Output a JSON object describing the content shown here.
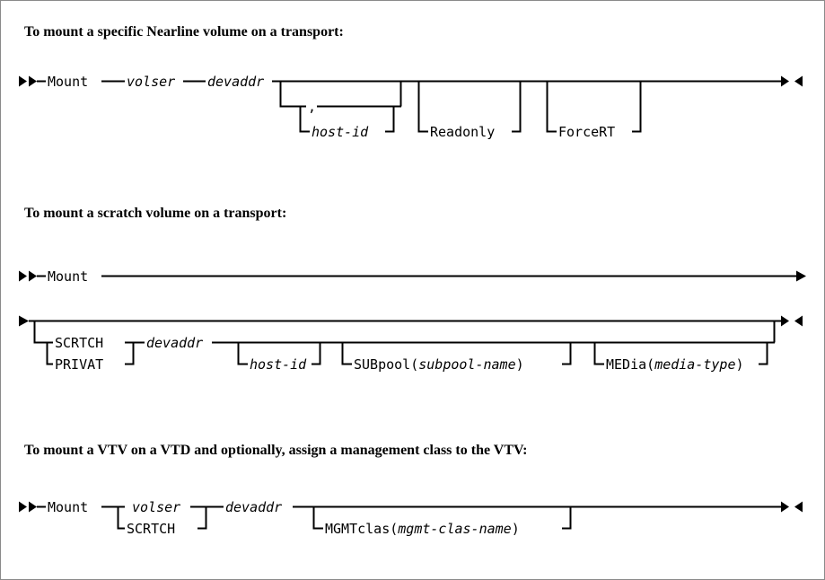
{
  "page": {
    "title": "Mount Command Syntax Diagrams",
    "background_color": "#ffffff",
    "border_color": "#8a8a8a",
    "ink_color": "#000000"
  },
  "sections": [
    {
      "id": "nearline",
      "heading": "To mount a specific Nearline volume on a transport:",
      "diagram": {
        "start_marker": "►►",
        "end_marker": "►◄",
        "command": "Mount",
        "required": [
          {
            "text": "volser",
            "kind": "variable"
          },
          {
            "text": "devaddr",
            "kind": "variable"
          }
        ],
        "optionals": [
          {
            "text": ",",
            "kind": "literal",
            "level": "upper"
          },
          {
            "text": "host-id",
            "kind": "variable",
            "level": "lower"
          },
          {
            "text": "Readonly",
            "kind": "keyword",
            "level": "lower"
          },
          {
            "text": "ForceRT",
            "kind": "keyword",
            "level": "lower"
          }
        ]
      }
    },
    {
      "id": "scratch",
      "heading": "To mount a scratch volume on a transport:",
      "diagram": {
        "start_marker": "►►",
        "continue_marker": "►",
        "resume_marker": "►",
        "end_marker": "►◄",
        "command": "Mount",
        "choices": [
          {
            "text": "SCRTCH",
            "kind": "keyword"
          },
          {
            "text": "PRIVAT",
            "kind": "keyword"
          }
        ],
        "required": [
          {
            "text": "devaddr",
            "kind": "variable"
          }
        ],
        "optionals": [
          {
            "text": "host-id",
            "kind": "variable"
          },
          {
            "text": "SUBpool(subpool-name)",
            "kind": "keyword-param",
            "keyword": "SUBpool(",
            "param": "subpool-name",
            "close": ")"
          },
          {
            "text": "MEDia(media-type)",
            "kind": "keyword-param",
            "keyword": "MEDia(",
            "param": "media-type",
            "close": ")"
          }
        ]
      }
    },
    {
      "id": "vtv",
      "heading": "To mount a VTV on a VTD and optionally, assign a management class to the VTV:",
      "diagram": {
        "start_marker": "►►",
        "end_marker": "►◄",
        "command": "Mount",
        "choices": [
          {
            "text": "volser",
            "kind": "variable"
          },
          {
            "text": "SCRTCH",
            "kind": "keyword"
          }
        ],
        "required": [
          {
            "text": "devaddr",
            "kind": "variable"
          }
        ],
        "optionals": [
          {
            "text": "MGMTclas(mgmt-clas-name)",
            "kind": "keyword-param",
            "keyword": "MGMTclas(",
            "param": "mgmt-clas-name",
            "close": ")"
          }
        ]
      }
    }
  ]
}
